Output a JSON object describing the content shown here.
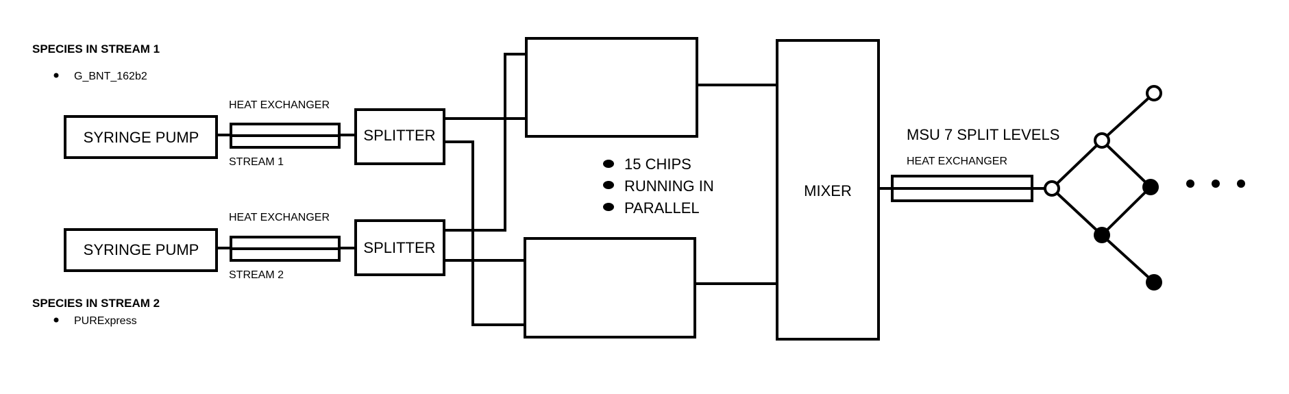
{
  "stream1": {
    "species_heading": "SPECIES IN STREAM 1",
    "species": [
      "G_BNT_162b2"
    ],
    "pump_label": "SYRINGE PUMP",
    "heat_exchanger_label": "HEAT EXCHANGER",
    "stream_label": "STREAM 1",
    "splitter_label": "SPLITTER"
  },
  "stream2": {
    "species_heading": "SPECIES IN STREAM 2",
    "species": [
      "PURExpress"
    ],
    "pump_label": "SYRINGE PUMP",
    "heat_exchanger_label": "HEAT EXCHANGER",
    "stream_label": "STREAM 2",
    "splitter_label": "SPLITTER"
  },
  "chips_notes": [
    "15 CHIPS",
    "RUNNING IN",
    "PARALLEL"
  ],
  "mixer_label": "MIXER",
  "output": {
    "title": "MSU 7 SPLIT LEVELS",
    "heat_exchanger_label": "HEAT EXCHANGER"
  }
}
